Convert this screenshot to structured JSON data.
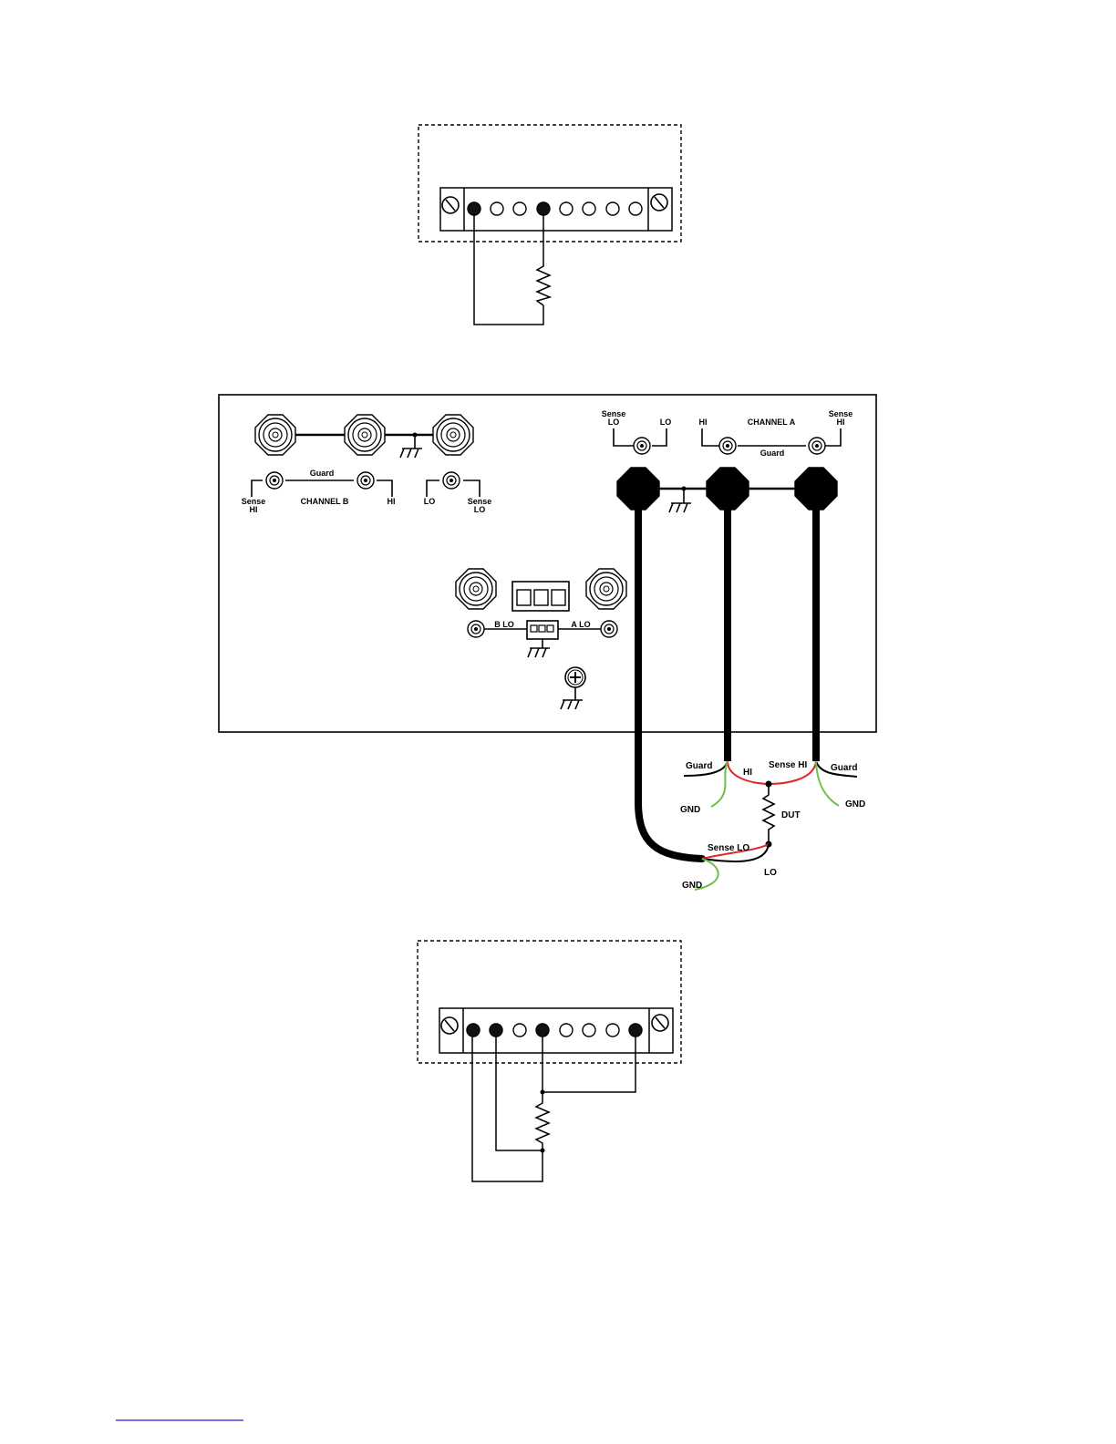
{
  "top_block": {},
  "panel": {
    "channel_b": {
      "guard": "Guard",
      "sense_hi_top": "Sense",
      "sense_hi_bottom": "HI",
      "title": "CHANNEL  B",
      "hi": "HI",
      "lo": "LO",
      "sense_lo_top": "Sense",
      "sense_lo_bottom": "LO"
    },
    "channel_a": {
      "sense_lo_top": "Sense",
      "sense_lo_bottom": "LO",
      "lo": "LO",
      "hi": "HI",
      "title": "CHANNEL  A",
      "sense_hi_top": "Sense",
      "sense_hi_bottom": "HI",
      "guard": "Guard"
    },
    "lower": {
      "b_lo": "B  LO",
      "a_lo": "A  LO"
    }
  },
  "wiring": {
    "guard_left": "Guard",
    "hi": "HI",
    "sense_hi": "Sense HI",
    "guard_right": "Guard",
    "gnd_left": "GND",
    "gnd_right": "GND",
    "dut": "DUT",
    "sense_lo": "Sense LO",
    "gnd_bottom": "GND",
    "lo": "LO"
  },
  "wire_colors": {
    "signal": "#000000",
    "sense": "#e0262a",
    "ground": "#6cc04a",
    "link": "#2323c8"
  }
}
